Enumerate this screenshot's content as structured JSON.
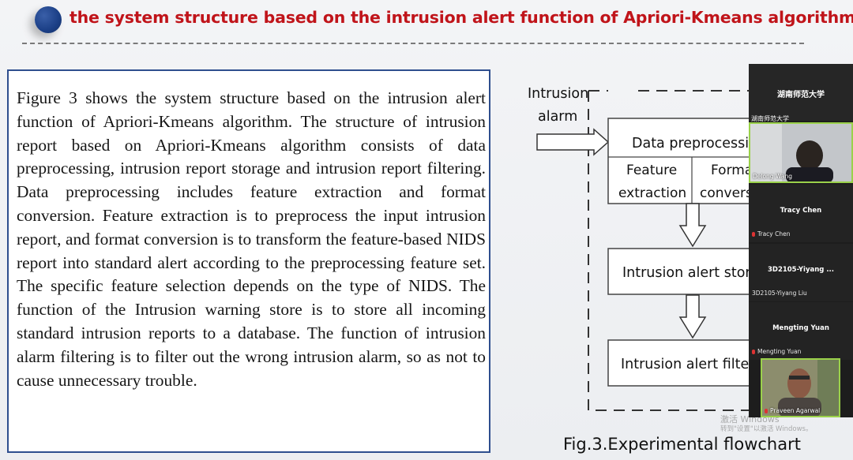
{
  "slide": {
    "title": "the system structure based on the intrusion alert function of Apriori-Kmeans algorithm",
    "body": "Figure 3 shows the system structure based on the intrusion alert function of Apriori-Kmeans algorithm. The structure of intrusion report based on Apriori-Kmeans algorithm consists of data preprocessing, intrusion report storage and intrusion report filtering.  Data preprocessing includes feature extraction and format conversion. Feature extraction is to preprocess the input intrusion report, and format conversion is to transform the feature-based NIDS report into standard alert according to the preprocessing feature set. The specific feature selection depends on the type of NIDS. The function of the Intrusion warning store is to store all incoming standard intrusion reports to a database. The function of intrusion alarm filtering is to filter out the wrong intrusion alarm, so as not to cause unnecessary trouble.",
    "caption": "Fig.3.Experimental flowchart"
  },
  "flowchart": {
    "input_line1": "Intrusion",
    "input_line2": "alarm",
    "preprocessing": "Data preprocessing",
    "feature_line1": "Feature",
    "feature_line2": "extraction",
    "format_line1": "Forma",
    "format_line2": "convers",
    "storage": "Intrusion alert stora",
    "filtering": "Intrusion alert filteri"
  },
  "watermark": {
    "line1": "激活 Windows",
    "line2": "转到\"设置\"以激活 Windows。"
  },
  "video_panel": {
    "header": "湖南师范大学",
    "org_label": "湖南师范大学",
    "participants": [
      {
        "name": "Delong Wang",
        "camera": true
      },
      {
        "center": "Tracy Chen",
        "corner": "Tracy Chen"
      },
      {
        "center": "3D2105-Yiyang ...",
        "corner": "3D2105-Yiyang Liu"
      },
      {
        "center": "Mengting Yuan",
        "corner": "Mengting Yuan"
      },
      {
        "name": "Praveen Agarwal",
        "camera": true
      }
    ]
  },
  "colors": {
    "title": "#c0141a",
    "bullet": "#1b3f86",
    "text_border": "#2e4e8e",
    "active_speaker": "#9ad14a"
  }
}
